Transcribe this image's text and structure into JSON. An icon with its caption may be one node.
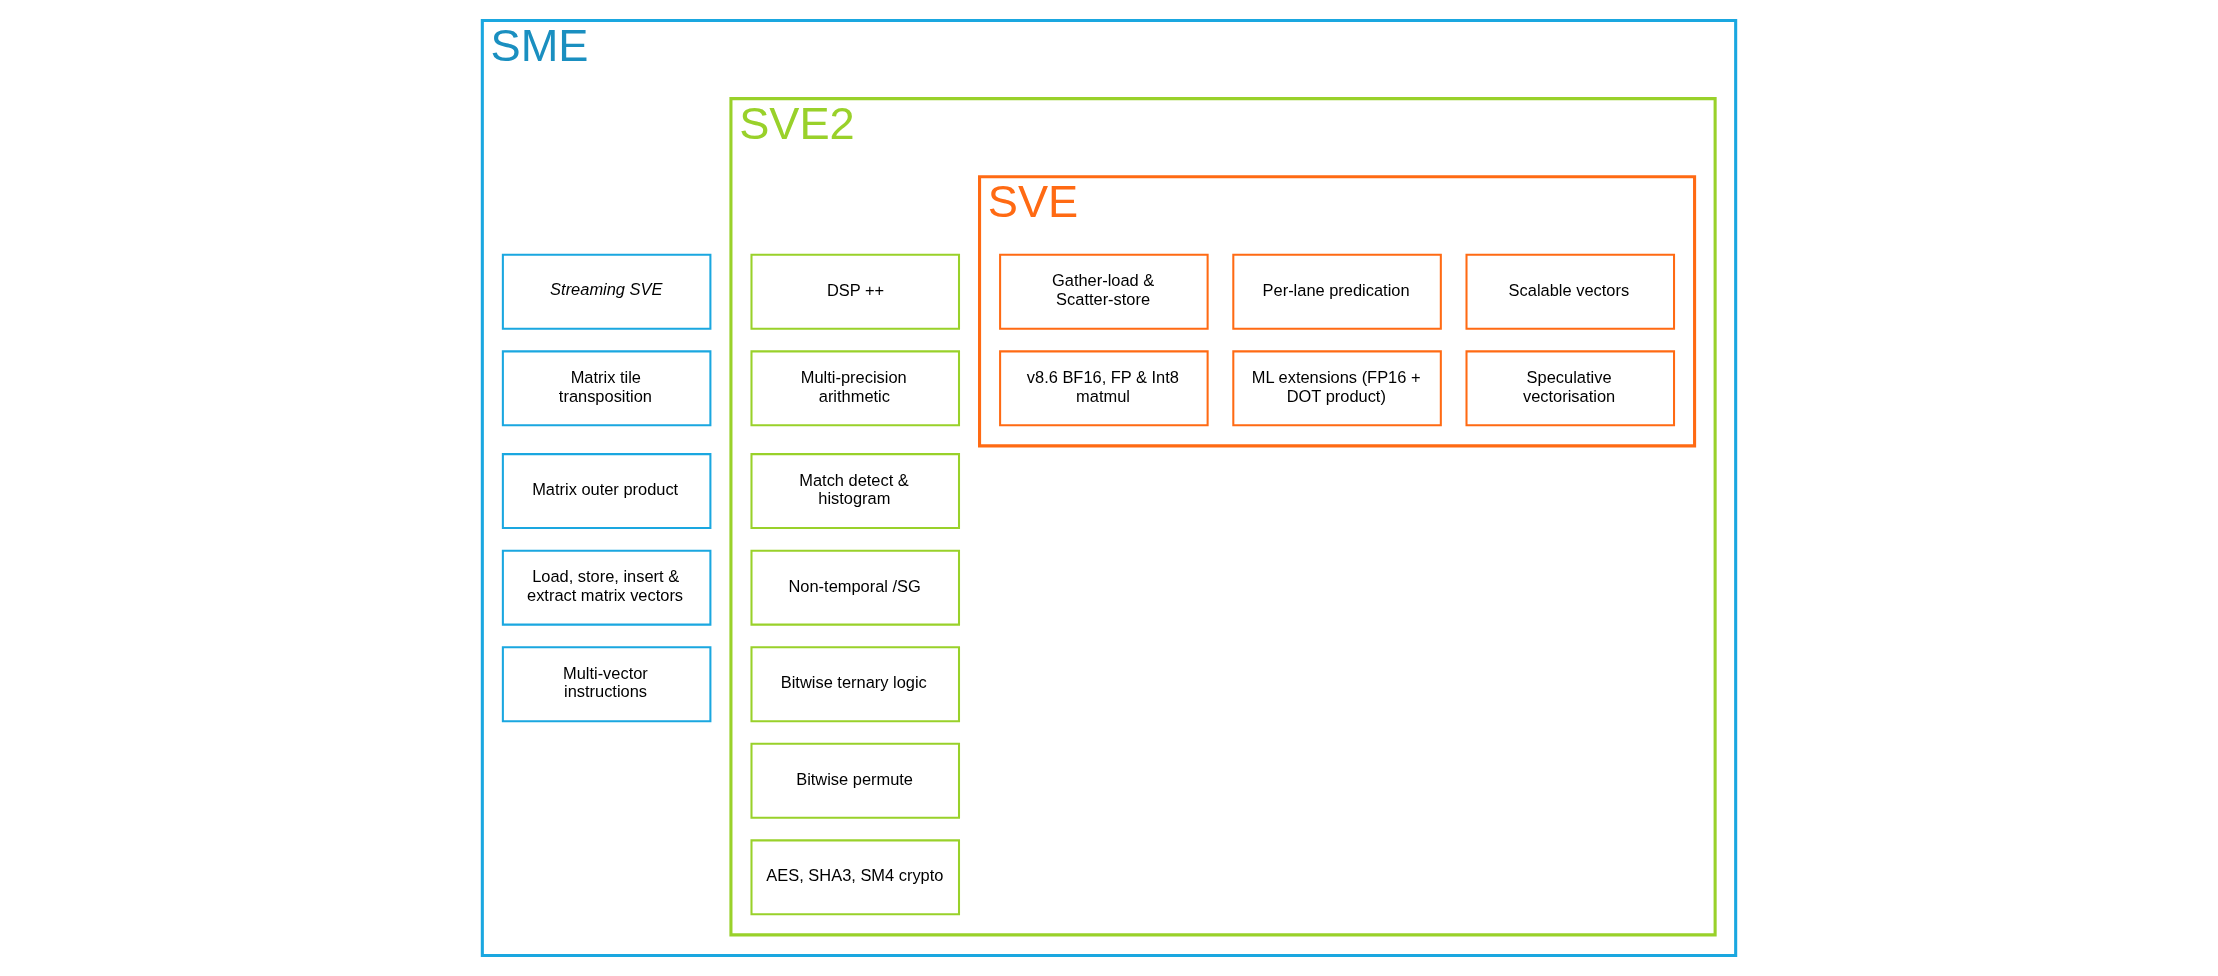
{
  "diagram": {
    "nodes": [
      {
        "text": [
          "SME"
        ]
      },
      {
        "text": [
          "Streaming SVE"
        ],
        "in": 0
      },
      {
        "text": [
          "Matrix tile transposition"
        ],
        "in": 0
      },
      {
        "text": [
          "Matrix outer product"
        ],
        "in": 0
      },
      {
        "text": [
          "Load, store, insert & extract matrix vectors"
        ],
        "in": 0
      },
      {
        "text": [
          "Multi-vector instructions"
        ],
        "in": 0
      },
      {
        "text": [
          "SVE2"
        ],
        "in": 0
      },
      {
        "text": [
          "DSP ++"
        ],
        "in": 6
      },
      {
        "text": [
          "Multi-precision arithmetic"
        ],
        "in": 6
      },
      {
        "text": [
          "Match detect & histogram"
        ],
        "in": 6
      },
      {
        "text": [
          "Non-temporal /SG"
        ],
        "in": 6
      },
      {
        "text": [
          "Bitwise ternary logic"
        ],
        "in": 6
      },
      {
        "text": [
          "Bitwise permute"
        ],
        "in": 6
      },
      {
        "text": [
          "AES, SHA3, SM4 crypto"
        ],
        "in": 6
      },
      {
        "text": [
          "SVE"
        ],
        "in": 6
      },
      {
        "text": [
          "Scalable vectors"
        ],
        "in": 14
      },
      {
        "text": [
          "Per-lane predication"
        ],
        "in": 14
      },
      {
        "text": [
          "Gather-load & Scatter-store"
        ],
        "in": 14
      },
      {
        "text": [
          "Speculative vectorisation"
        ],
        "in": 14
      },
      {
        "text": [
          "ML extensions (FP16 + DOT product)"
        ],
        "in": 14
      },
      {
        "text": [
          "v8.6 BF16, FP & Int8 matmul"
        ],
        "in": 14
      }
    ],
    "edges": []
  }
}
